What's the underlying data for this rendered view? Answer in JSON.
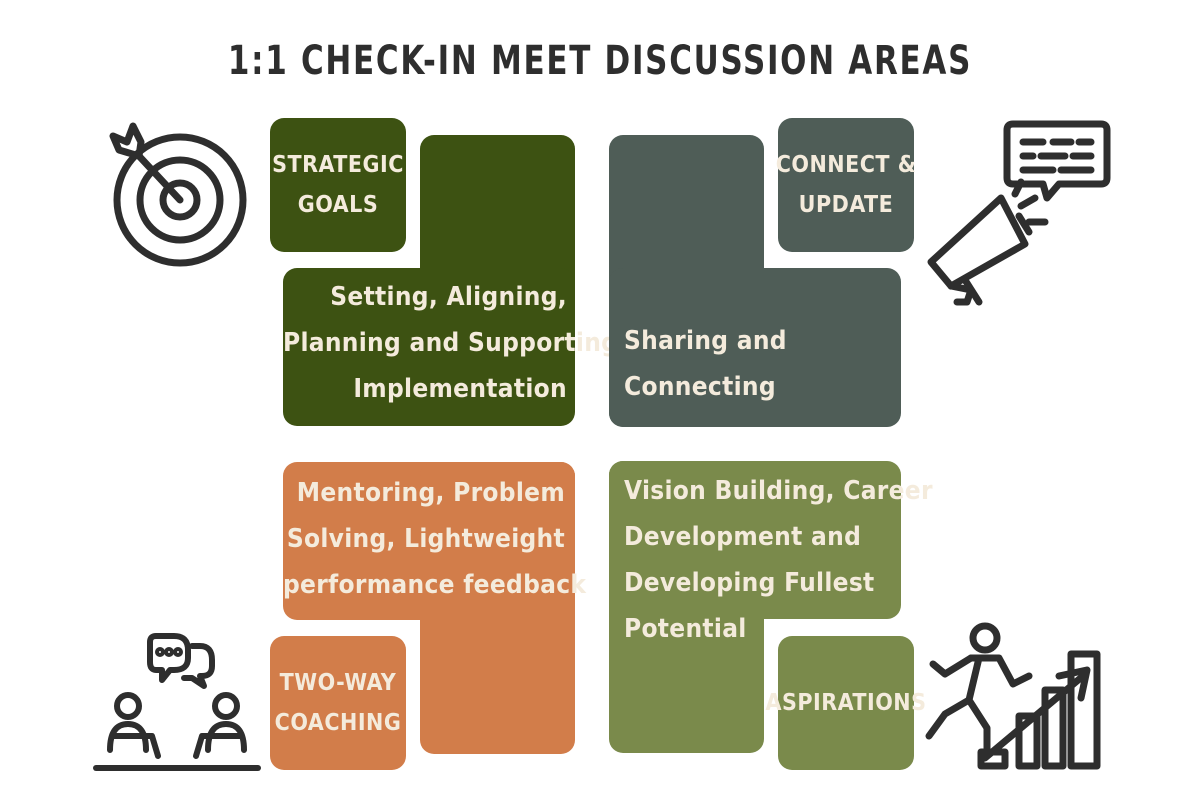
{
  "title": "1:1 CHECK-IN MEET DISCUSSION AREAS",
  "quadrants": [
    {
      "id": "strategic-goals",
      "label_lines": [
        "STRATEGIC",
        "GOALS"
      ],
      "description_lines": [
        "Setting, Aligning,",
        "Planning and Supporting",
        "Implementation"
      ],
      "color": "#3d5212",
      "icon": "target-icon"
    },
    {
      "id": "connect-update",
      "label_lines": [
        "CONNECT &",
        "UPDATE"
      ],
      "description_lines": [
        "Sharing and",
        "Connecting"
      ],
      "color": "#4f5d57",
      "icon": "megaphone-icon"
    },
    {
      "id": "two-way-coaching",
      "label_lines": [
        "TWO-WAY",
        "COACHING"
      ],
      "description_lines": [
        "Mentoring, Problem",
        "Solving, Lightweight",
        "performance feedback"
      ],
      "color": "#d27d4a",
      "icon": "conversation-icon"
    },
    {
      "id": "aspirations",
      "label_lines": [
        "ASPIRATIONS"
      ],
      "description_lines": [
        "Vision Building, Career",
        "Development and",
        "Developing Fullest",
        "Potential"
      ],
      "color": "#7a8a4b",
      "icon": "climbing-growth-icon"
    }
  ]
}
